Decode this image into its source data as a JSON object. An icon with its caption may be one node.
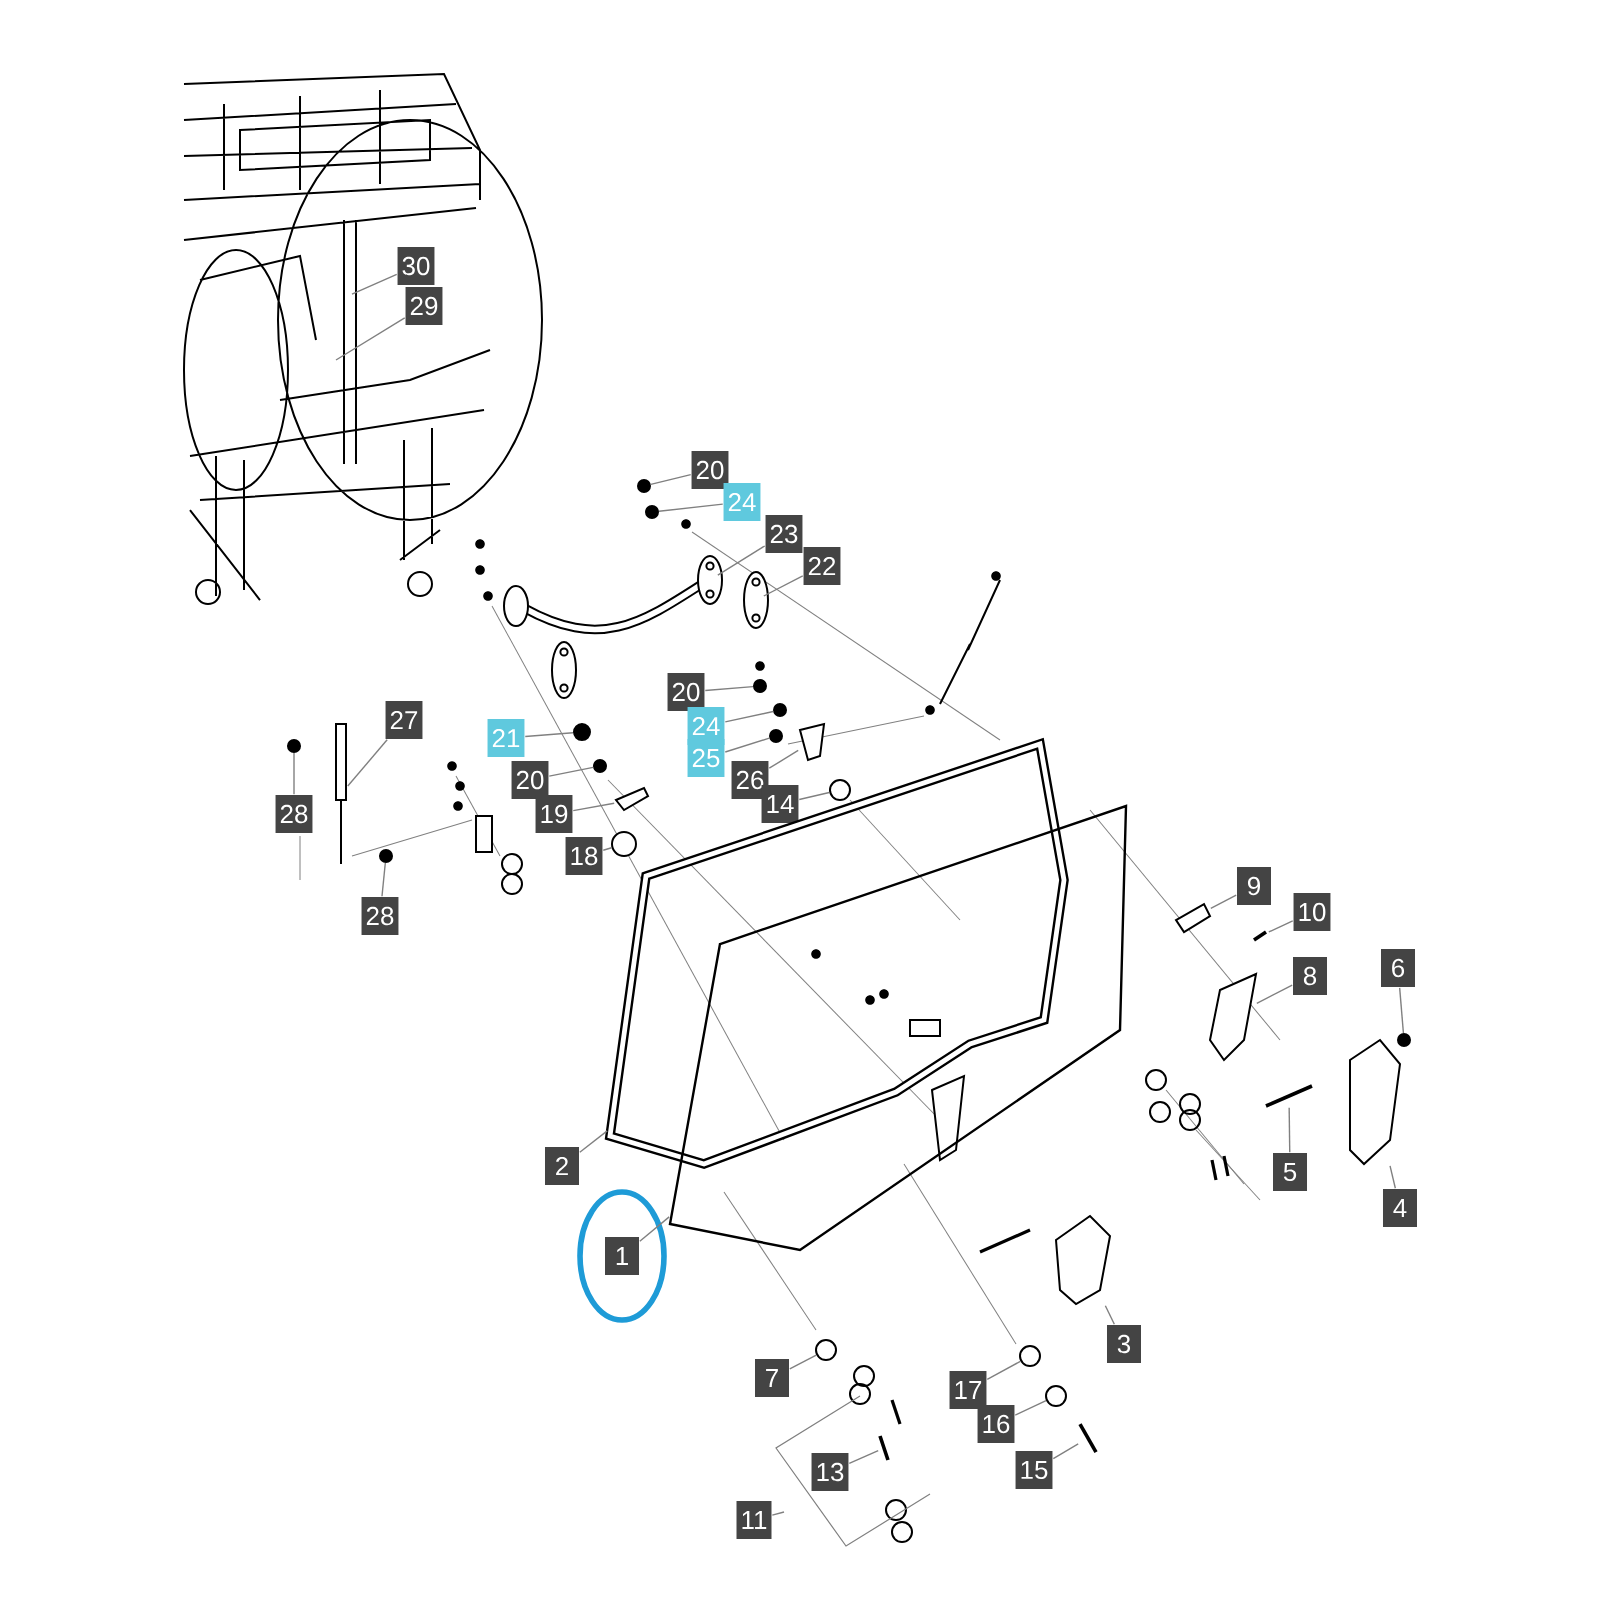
{
  "diagram": {
    "nodes": [
      {
        "text": [
          "30"
        ]
      },
      {
        "text": [
          "29"
        ]
      },
      {
        "text": [
          "20"
        ]
      },
      {
        "text": [
          "24"
        ]
      },
      {
        "text": [
          "23"
        ]
      },
      {
        "text": [
          "22"
        ]
      },
      {
        "text": [
          "20"
        ]
      },
      {
        "text": [
          "27"
        ]
      },
      {
        "text": [
          "24"
        ]
      },
      {
        "text": [
          "21"
        ]
      },
      {
        "text": [
          "25"
        ]
      },
      {
        "text": [
          "26"
        ]
      },
      {
        "text": [
          "20"
        ]
      },
      {
        "text": [
          "14"
        ]
      },
      {
        "text": [
          "28"
        ]
      },
      {
        "text": [
          "19"
        ]
      },
      {
        "text": [
          "18"
        ]
      },
      {
        "text": [
          "9"
        ]
      },
      {
        "text": [
          "10"
        ]
      },
      {
        "text": [
          "28"
        ]
      },
      {
        "text": [
          "6"
        ]
      },
      {
        "text": [
          "8"
        ]
      },
      {
        "text": [
          "2"
        ]
      },
      {
        "text": [
          "5"
        ]
      },
      {
        "text": [
          "4"
        ]
      },
      {
        "text": [
          "1"
        ]
      },
      {
        "text": [
          "3"
        ]
      },
      {
        "text": [
          "7"
        ]
      },
      {
        "text": [
          "17"
        ]
      },
      {
        "text": [
          "16"
        ]
      },
      {
        "text": [
          "15"
        ]
      },
      {
        "text": [
          "13"
        ]
      },
      {
        "text": [
          "11"
        ]
      },
      {
        "text": [],
        "shape": "circle"
      },
      {
        "text": [],
        "shape": "circle"
      },
      {
        "text": [],
        "shape": "picture"
      },
      {
        "text": [],
        "shape": "picture"
      },
      {
        "text": [],
        "shape": "circle"
      },
      {
        "text": [],
        "shape": "picture"
      },
      {
        "text": [],
        "shape": "circle"
      },
      {
        "text": [],
        "shape": "circle"
      },
      {
        "text": [],
        "shape": "circle"
      },
      {
        "text": [],
        "shape": "picture"
      },
      {
        "text": [],
        "shape": "circle"
      },
      {
        "text": [],
        "shape": "circle"
      },
      {
        "text": [],
        "shape": "circle"
      },
      {
        "text": [],
        "shape": "picture"
      },
      {
        "text": [],
        "shape": "circle"
      },
      {
        "text": [],
        "shape": "picture"
      },
      {
        "text": [],
        "shape": "picture"
      },
      {
        "text": [],
        "shape": "circle"
      },
      {
        "text": [],
        "shape": "circle"
      },
      {
        "text": [],
        "shape": "picture"
      },
      {
        "text": [],
        "shape": "picture"
      },
      {
        "text": [],
        "shape": "picture"
      },
      {
        "text": [],
        "shape": "picture"
      },
      {
        "text": [],
        "shape": "picture"
      },
      {
        "text": [],
        "shape": "picture"
      },
      {
        "text": [],
        "shape": "circle"
      },
      {
        "text": [],
        "shape": "circle"
      },
      {
        "text": [],
        "shape": "circle"
      },
      {
        "text": [],
        "shape": "picture"
      },
      {
        "text": [],
        "shape": "picture"
      },
      {
        "text": [],
        "shape": "picture"
      }
    ],
    "edges": [
      {
        "from": 0,
        "to": null,
        "arrow": "none"
      },
      {
        "from": 1,
        "to": null,
        "arrow": "none"
      },
      {
        "from": 2,
        "to": 33,
        "arrow": "none"
      },
      {
        "from": 3,
        "to": 34,
        "arrow": "none"
      },
      {
        "from": 4,
        "to": 35,
        "arrow": "none"
      },
      {
        "from": 5,
        "to": 36,
        "arrow": "none"
      },
      {
        "from": 6,
        "to": 37,
        "arrow": "none"
      },
      {
        "from": 7,
        "to": 38,
        "arrow": "none"
      },
      {
        "from": 8,
        "to": 39,
        "arrow": "none"
      },
      {
        "from": 9,
        "to": 40,
        "arrow": "none"
      },
      {
        "from": 10,
        "to": 41,
        "arrow": "none"
      },
      {
        "from": 11,
        "to": 42,
        "arrow": "none"
      },
      {
        "from": 12,
        "to": 43,
        "arrow": "none"
      },
      {
        "from": 13,
        "to": 44,
        "arrow": "none"
      },
      {
        "from": 14,
        "to": 45,
        "arrow": "none"
      },
      {
        "from": 15,
        "to": 46,
        "arrow": "none"
      },
      {
        "from": 16,
        "to": 47,
        "arrow": "none"
      },
      {
        "from": 17,
        "to": 48,
        "arrow": "none"
      },
      {
        "from": 18,
        "to": 49,
        "arrow": "none"
      },
      {
        "from": 19,
        "to": 50,
        "arrow": "none"
      },
      {
        "from": 20,
        "to": 51,
        "arrow": "none"
      },
      {
        "from": 21,
        "to": 52,
        "arrow": "none"
      },
      {
        "from": 22,
        "to": 53,
        "arrow": "none"
      },
      {
        "from": 23,
        "to": 54,
        "arrow": "none"
      },
      {
        "from": 24,
        "to": 55,
        "arrow": "none"
      },
      {
        "from": 25,
        "to": 56,
        "arrow": "none"
      },
      {
        "from": 26,
        "to": 57,
        "arrow": "none"
      },
      {
        "from": 27,
        "to": 58,
        "arrow": "none"
      },
      {
        "from": 28,
        "to": 59,
        "arrow": "none"
      },
      {
        "from": 29,
        "to": 60,
        "arrow": "none"
      },
      {
        "from": 30,
        "to": 61,
        "arrow": "none"
      },
      {
        "from": 31,
        "to": 62,
        "arrow": "none"
      },
      {
        "from": 32,
        "to": null,
        "arrow": "none"
      }
    ]
  }
}
